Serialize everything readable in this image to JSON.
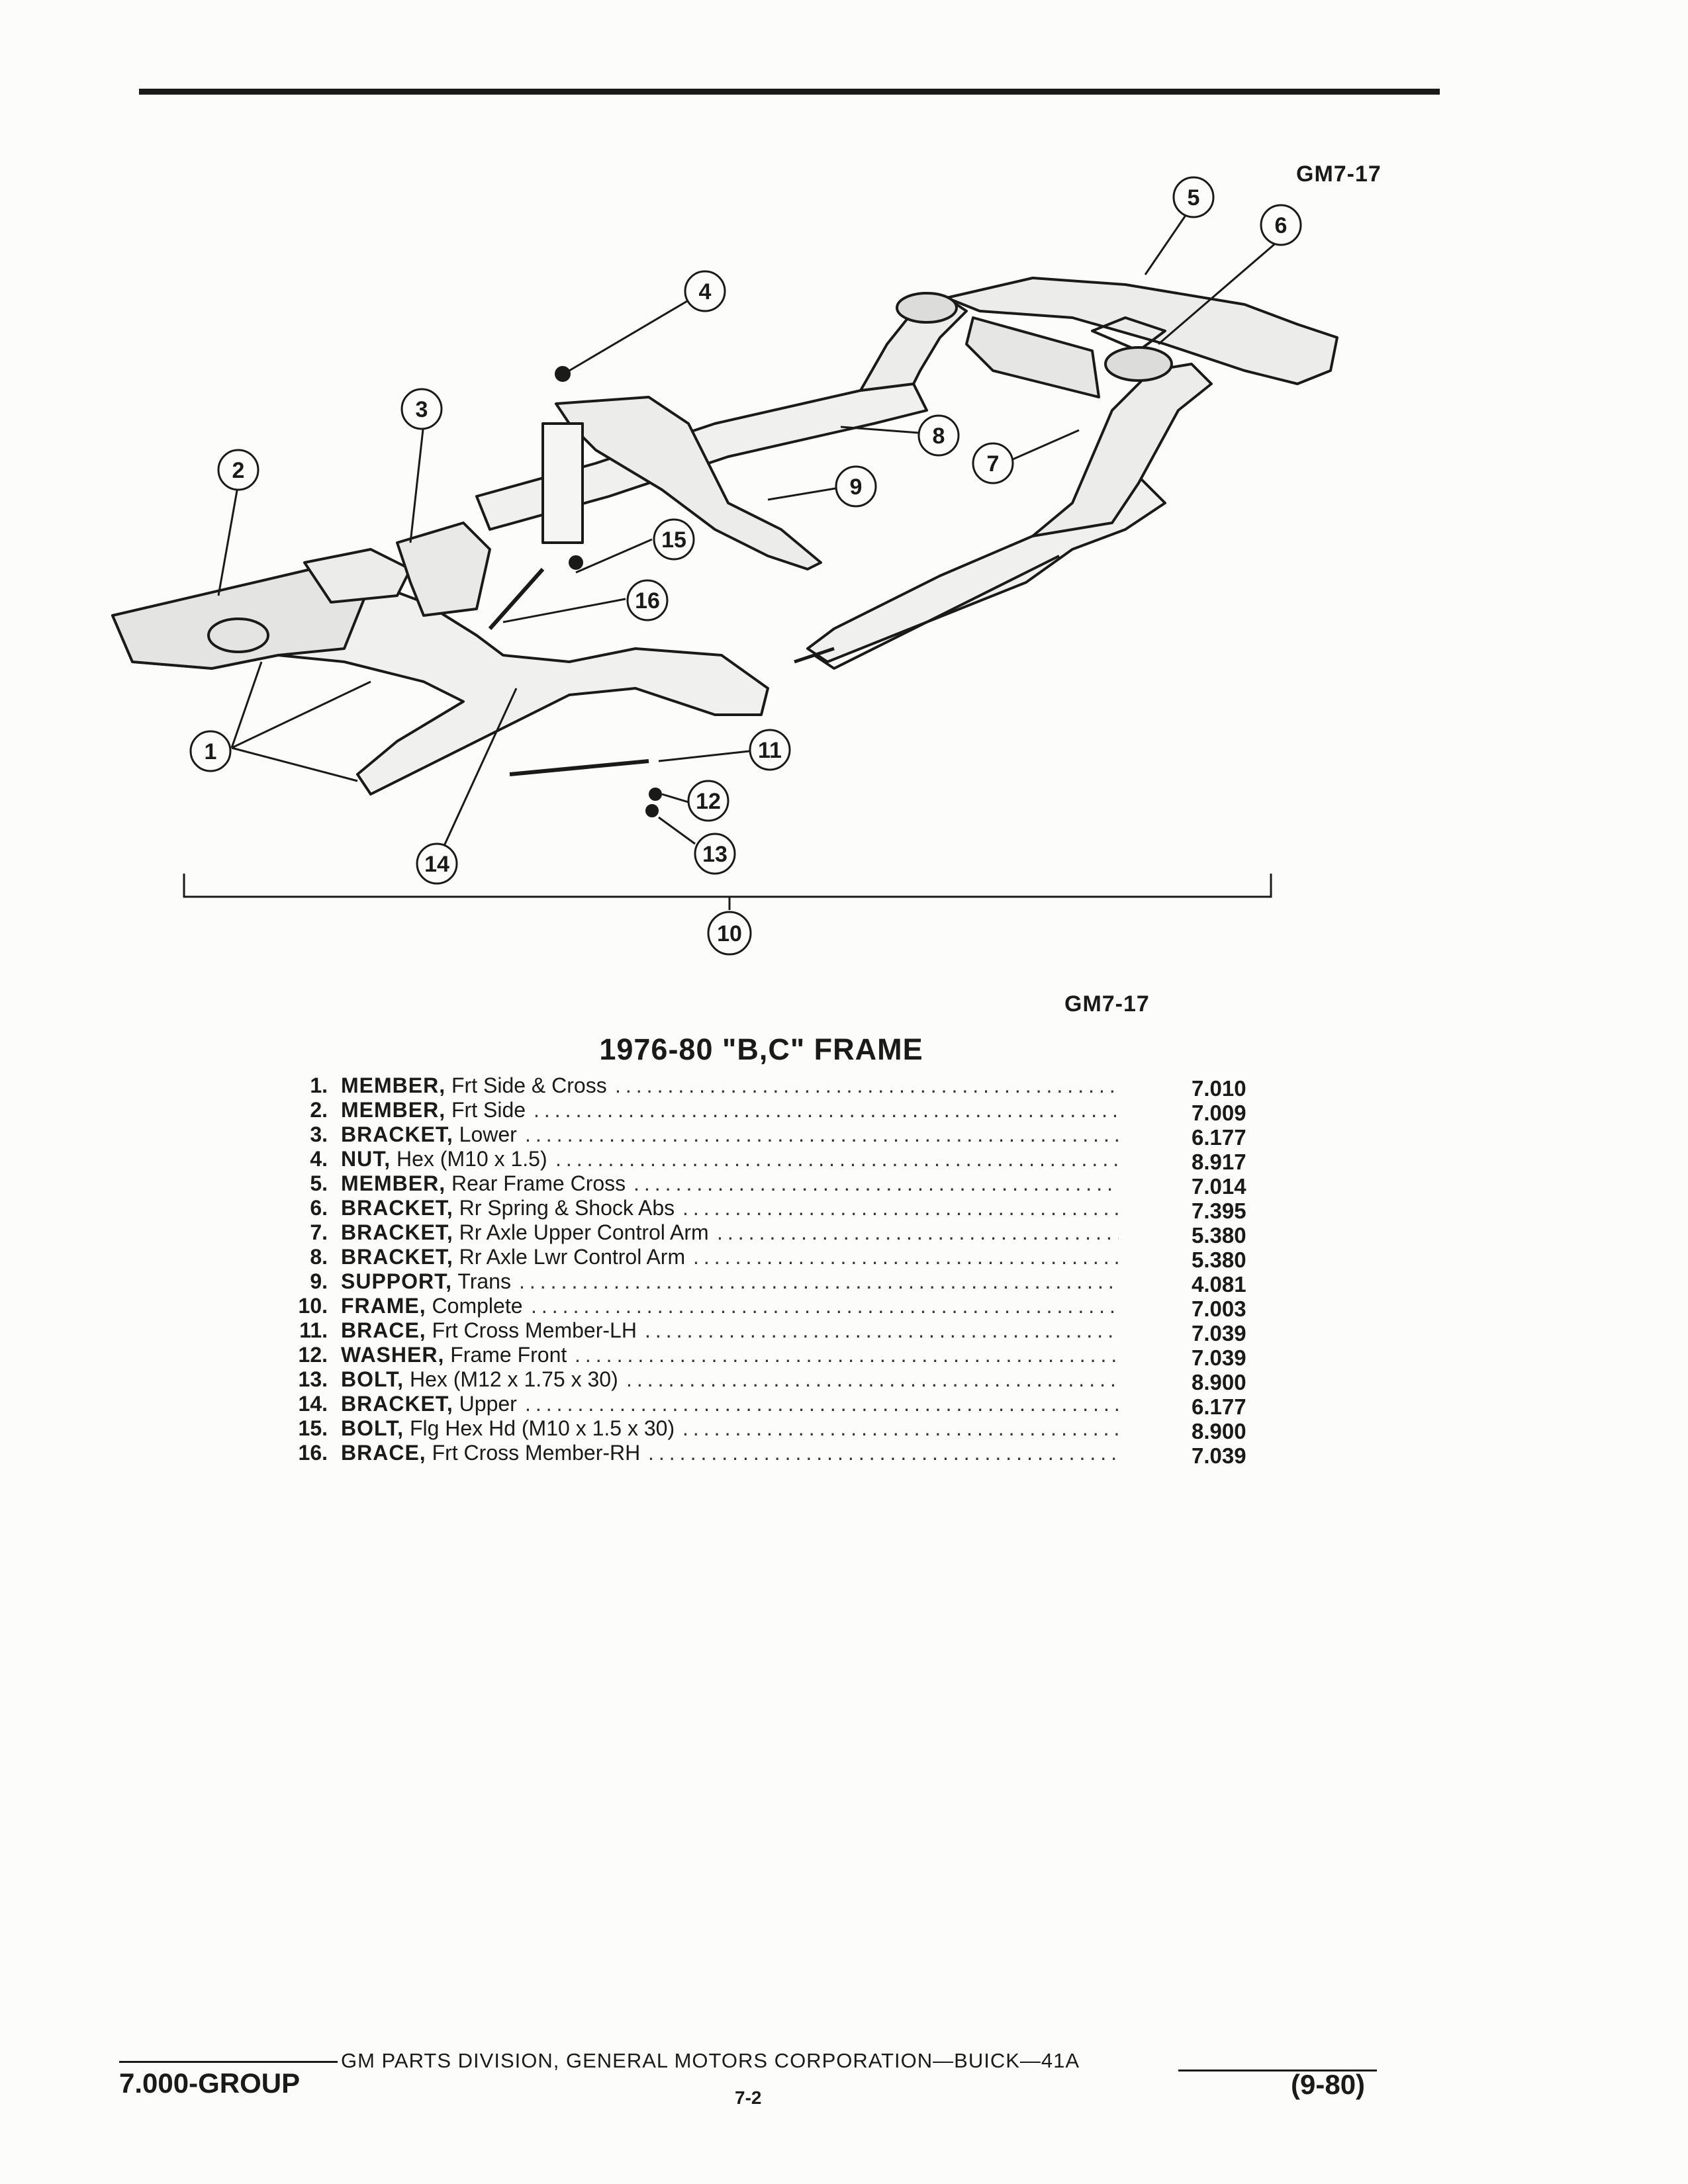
{
  "figure": {
    "code_top": "GM7-17",
    "code_bottom": "GM7-17",
    "callouts": [
      "1",
      "2",
      "3",
      "4",
      "5",
      "6",
      "7",
      "8",
      "9",
      "10",
      "11",
      "12",
      "13",
      "14",
      "15",
      "16"
    ]
  },
  "section_title": "1976-80 \"B,C\" FRAME",
  "parts": [
    {
      "num": "1.",
      "name": "MEMBER,",
      "desc": "Frt Side & Cross",
      "code": "7.010"
    },
    {
      "num": "2.",
      "name": "MEMBER,",
      "desc": "Frt Side",
      "code": "7.009"
    },
    {
      "num": "3.",
      "name": "BRACKET,",
      "desc": "Lower",
      "code": "6.177"
    },
    {
      "num": "4.",
      "name": "NUT,",
      "desc": "Hex (M10 x 1.5)",
      "code": "8.917"
    },
    {
      "num": "5.",
      "name": "MEMBER,",
      "desc": "Rear Frame Cross",
      "code": "7.014"
    },
    {
      "num": "6.",
      "name": "BRACKET,",
      "desc": "Rr Spring & Shock Abs",
      "code": "7.395"
    },
    {
      "num": "7.",
      "name": "BRACKET,",
      "desc": "Rr Axle Upper Control Arm",
      "code": "5.380"
    },
    {
      "num": "8.",
      "name": "BRACKET,",
      "desc": "Rr Axle Lwr Control Arm",
      "code": "5.380"
    },
    {
      "num": "9.",
      "name": "SUPPORT,",
      "desc": "Trans",
      "code": "4.081"
    },
    {
      "num": "10.",
      "name": "FRAME,",
      "desc": "Complete",
      "code": "7.003"
    },
    {
      "num": "11.",
      "name": "BRACE,",
      "desc": "Frt Cross Member-LH",
      "code": "7.039"
    },
    {
      "num": "12.",
      "name": "WASHER,",
      "desc": "Frame Front",
      "code": "7.039"
    },
    {
      "num": "13.",
      "name": "BOLT,",
      "desc": "Hex (M12 x 1.75 x 30)",
      "code": "8.900"
    },
    {
      "num": "14.",
      "name": "BRACKET,",
      "desc": "Upper",
      "code": "6.177"
    },
    {
      "num": "15.",
      "name": "BOLT,",
      "desc": "Flg Hex Hd (M10 x 1.5 x 30)",
      "code": "8.900"
    },
    {
      "num": "16.",
      "name": "BRACE,",
      "desc": "Frt Cross Member-RH",
      "code": "7.039"
    }
  ],
  "footer": {
    "corporation": "GM PARTS DIVISION, GENERAL MOTORS CORPORATION—BUICK—41A",
    "group": "7.000-GROUP",
    "page": "7-2",
    "date": "(9-80)"
  }
}
